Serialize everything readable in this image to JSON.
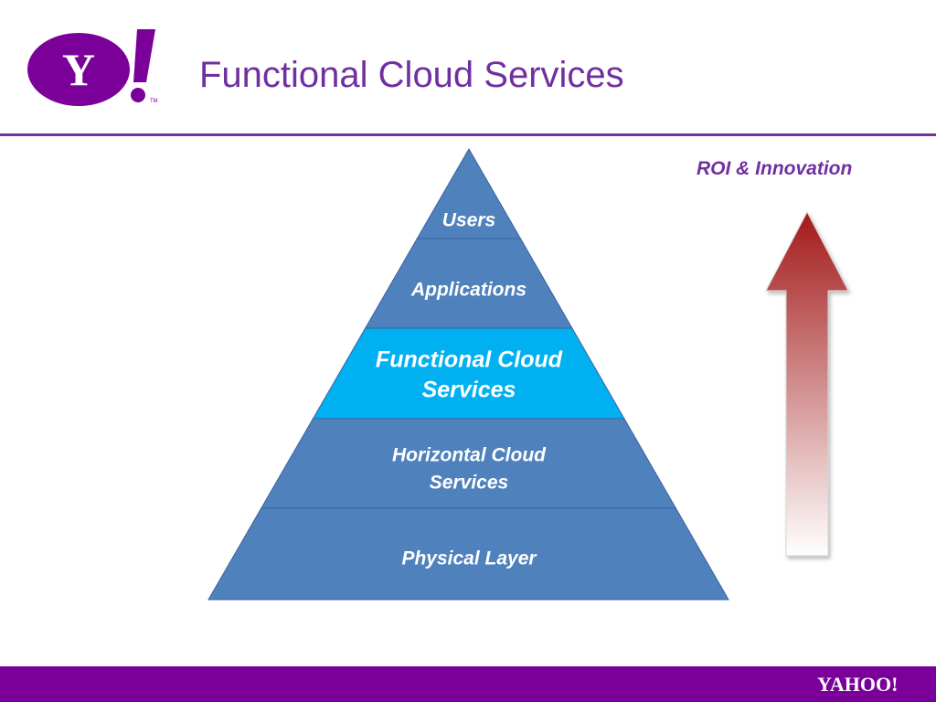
{
  "header": {
    "title": "Functional Cloud Services",
    "logo_text": "Y!",
    "logo_tm": "TM",
    "accent_color": "#7030a0"
  },
  "pyramid": {
    "layers": [
      {
        "lines": [
          "Users"
        ],
        "color": "#4f81bd"
      },
      {
        "lines": [
          "Applications"
        ],
        "color": "#4f81bd"
      },
      {
        "lines": [
          "Functional Cloud",
          "Services"
        ],
        "color": "#00b0f0",
        "highlighted": true
      },
      {
        "lines": [
          "Horizontal Cloud",
          "Services"
        ],
        "color": "#4f81bd"
      },
      {
        "lines": [
          "Physical Layer"
        ],
        "color": "#4f81bd"
      }
    ]
  },
  "arrow": {
    "label": "ROI & Innovation",
    "color_top": "#a31a1a",
    "color_bottom": "#ffffff"
  },
  "footer": {
    "color": "#7b0099",
    "logo_text": "YAHOO!"
  }
}
